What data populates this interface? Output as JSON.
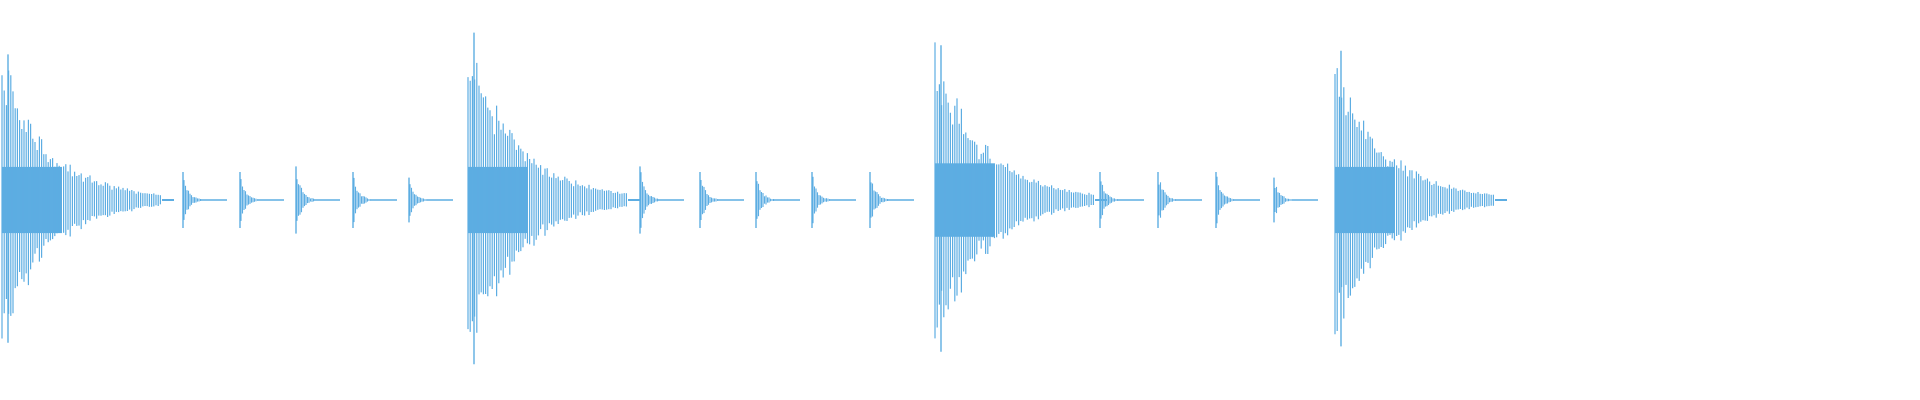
{
  "waveform": {
    "color": "#5dade2",
    "background": "#ffffff",
    "hits": [
      {
        "kind": "main",
        "peak": 0.8,
        "sustain": 0.18,
        "bars": 22
      },
      {
        "kind": "ghost",
        "peak": 0.05
      },
      {
        "kind": "ghost",
        "peak": 0.05
      },
      {
        "kind": "ghost",
        "peak": 0.06
      },
      {
        "kind": "ghost",
        "peak": 0.05
      },
      {
        "kind": "ghost",
        "peak": 0.04
      },
      {
        "kind": "main",
        "peak": 0.92,
        "sustain": 0.18,
        "bars": 20
      },
      {
        "kind": "ghost",
        "peak": 0.06
      },
      {
        "kind": "ghost",
        "peak": 0.05
      },
      {
        "kind": "ghost",
        "peak": 0.05
      },
      {
        "kind": "ghost",
        "peak": 0.05
      },
      {
        "kind": "ghost",
        "peak": 0.05
      },
      {
        "kind": "main",
        "peak": 0.85,
        "sustain": 0.2,
        "bars": 20
      },
      {
        "kind": "ghost",
        "peak": 0.05
      },
      {
        "kind": "ghost",
        "peak": 0.05
      },
      {
        "kind": "ghost",
        "peak": 0.05
      },
      {
        "kind": "ghost",
        "peak": 0.04
      },
      {
        "kind": "main",
        "peak": 0.82,
        "sustain": 0.18,
        "bars": 19
      }
    ]
  }
}
